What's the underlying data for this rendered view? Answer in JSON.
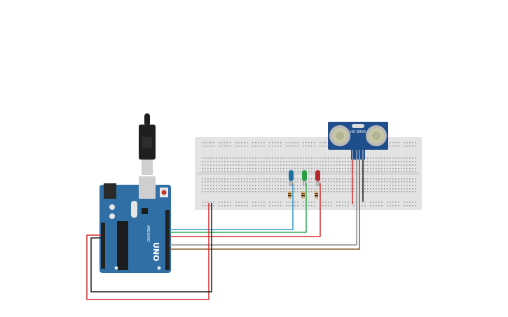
{
  "canvas": {
    "background": "#ffffff"
  },
  "arduino": {
    "model_label": "UNO",
    "brand_label": "ARDUINO",
    "board_color": "#2f6fa6",
    "header_color": "#222222"
  },
  "usb_cable": {
    "color": "#1f1f1f"
  },
  "breadboard": {
    "color": "#e3e3e3"
  },
  "sensor": {
    "label": "HC-SR04",
    "board_color": "#1e4e8c",
    "transducer_color": "#c7c6a6"
  },
  "leds": [
    {
      "color": "#1f6fa0"
    },
    {
      "color": "#27a043"
    },
    {
      "color": "#b3282d"
    }
  ],
  "wire_colors": {
    "blue": "#2a9bd0",
    "green": "#2fa84f",
    "red": "#d12b2b",
    "gray": "#8a8a8a",
    "brown": "#8b5a2b",
    "black": "#1a1a1a"
  }
}
